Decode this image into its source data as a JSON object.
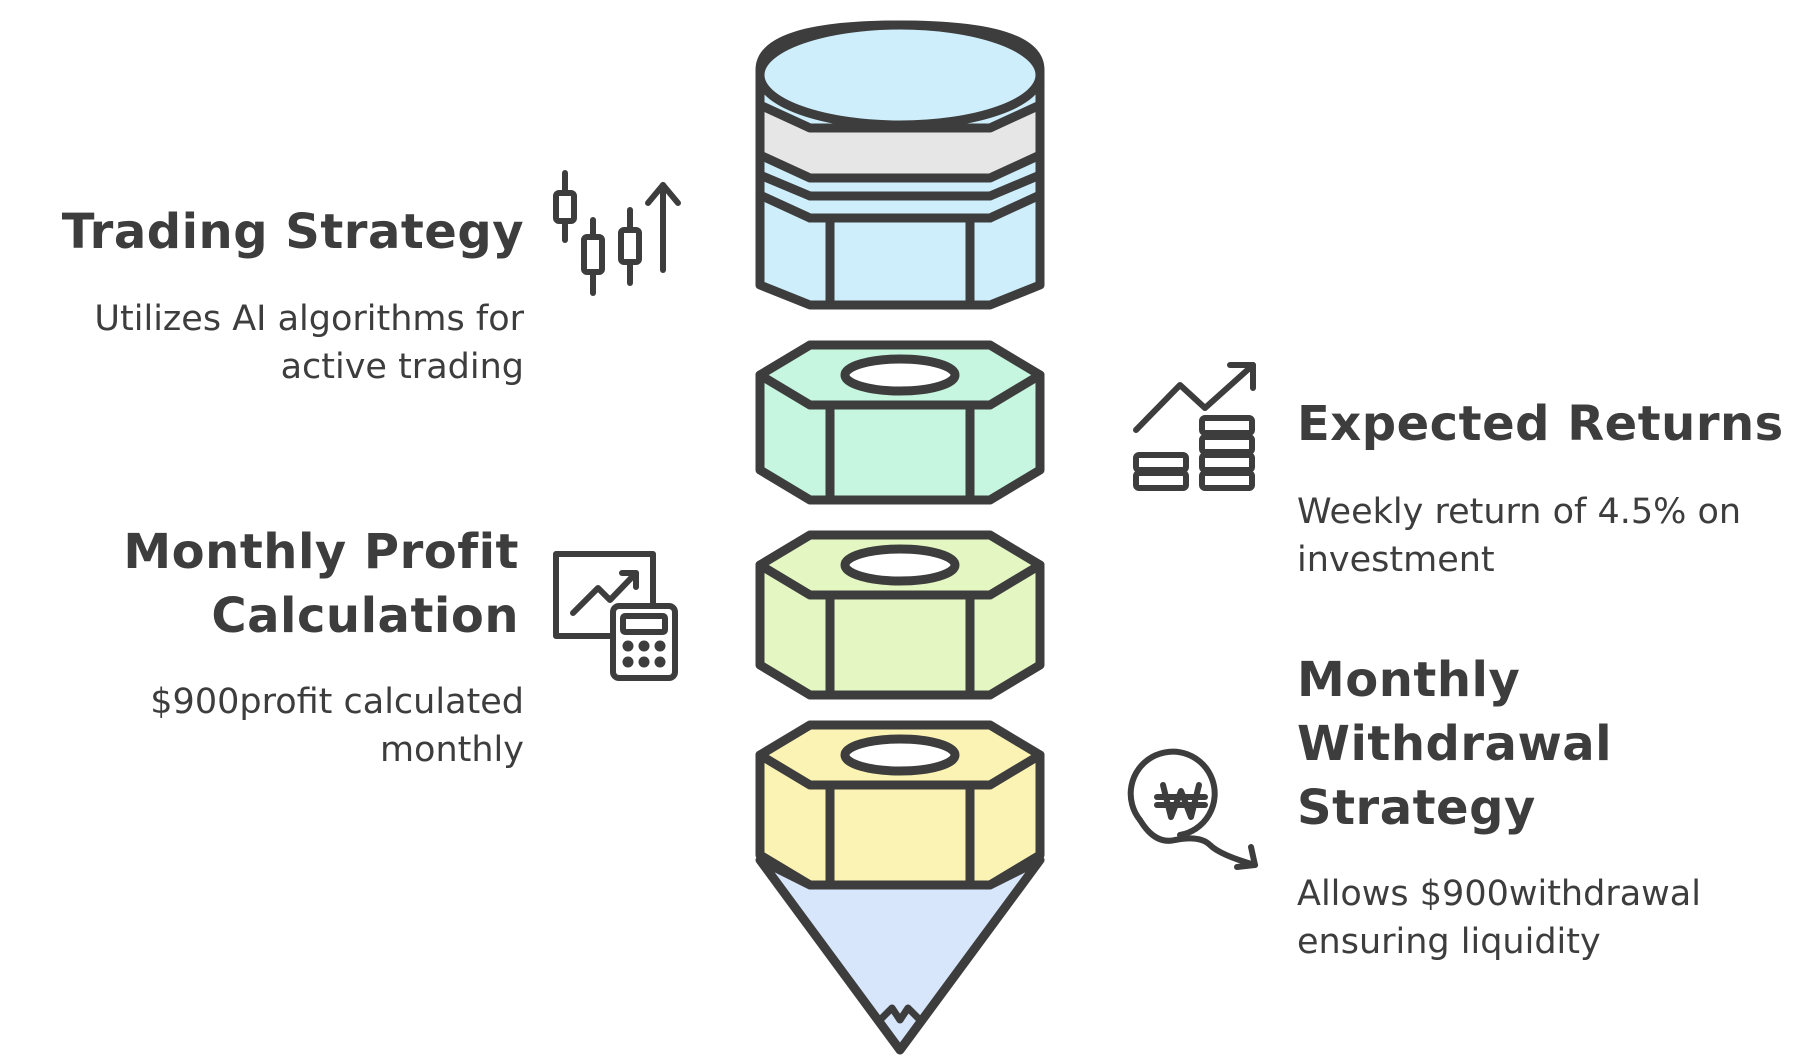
{
  "sections": {
    "trading_strategy": {
      "title": "Trading Strategy",
      "description_line1": "Utilizes AI algorithms for",
      "description_line2": "active trading",
      "icon": "candlestick-chart-icon"
    },
    "expected_returns": {
      "title": "Expected Returns",
      "description_line1": "Weekly return of 4.5% on",
      "description_line2": "investment",
      "icon": "growth-coins-icon"
    },
    "monthly_profit": {
      "title_line1": "Monthly Profit",
      "title_line2": "Calculation",
      "description_line1": "$900profit calculated",
      "description_line2": "monthly",
      "icon": "chart-calculator-icon"
    },
    "monthly_withdrawal": {
      "title_line1": "Monthly",
      "title_line2": "Withdrawal",
      "title_line3": "Strategy",
      "description_line1": "Allows $900withdrawal",
      "description_line2": "ensuring liquidity",
      "icon": "won-withdrawal-icon"
    }
  },
  "colors": {
    "outline": "#3d3d3d",
    "top_cylinder": "#cdeefa",
    "band": "#e6e6e6",
    "nut1": "#c6f5e0",
    "nut2": "#e4f7c2",
    "nut3": "#fbf3b4",
    "cone": "#d8e6fb"
  }
}
